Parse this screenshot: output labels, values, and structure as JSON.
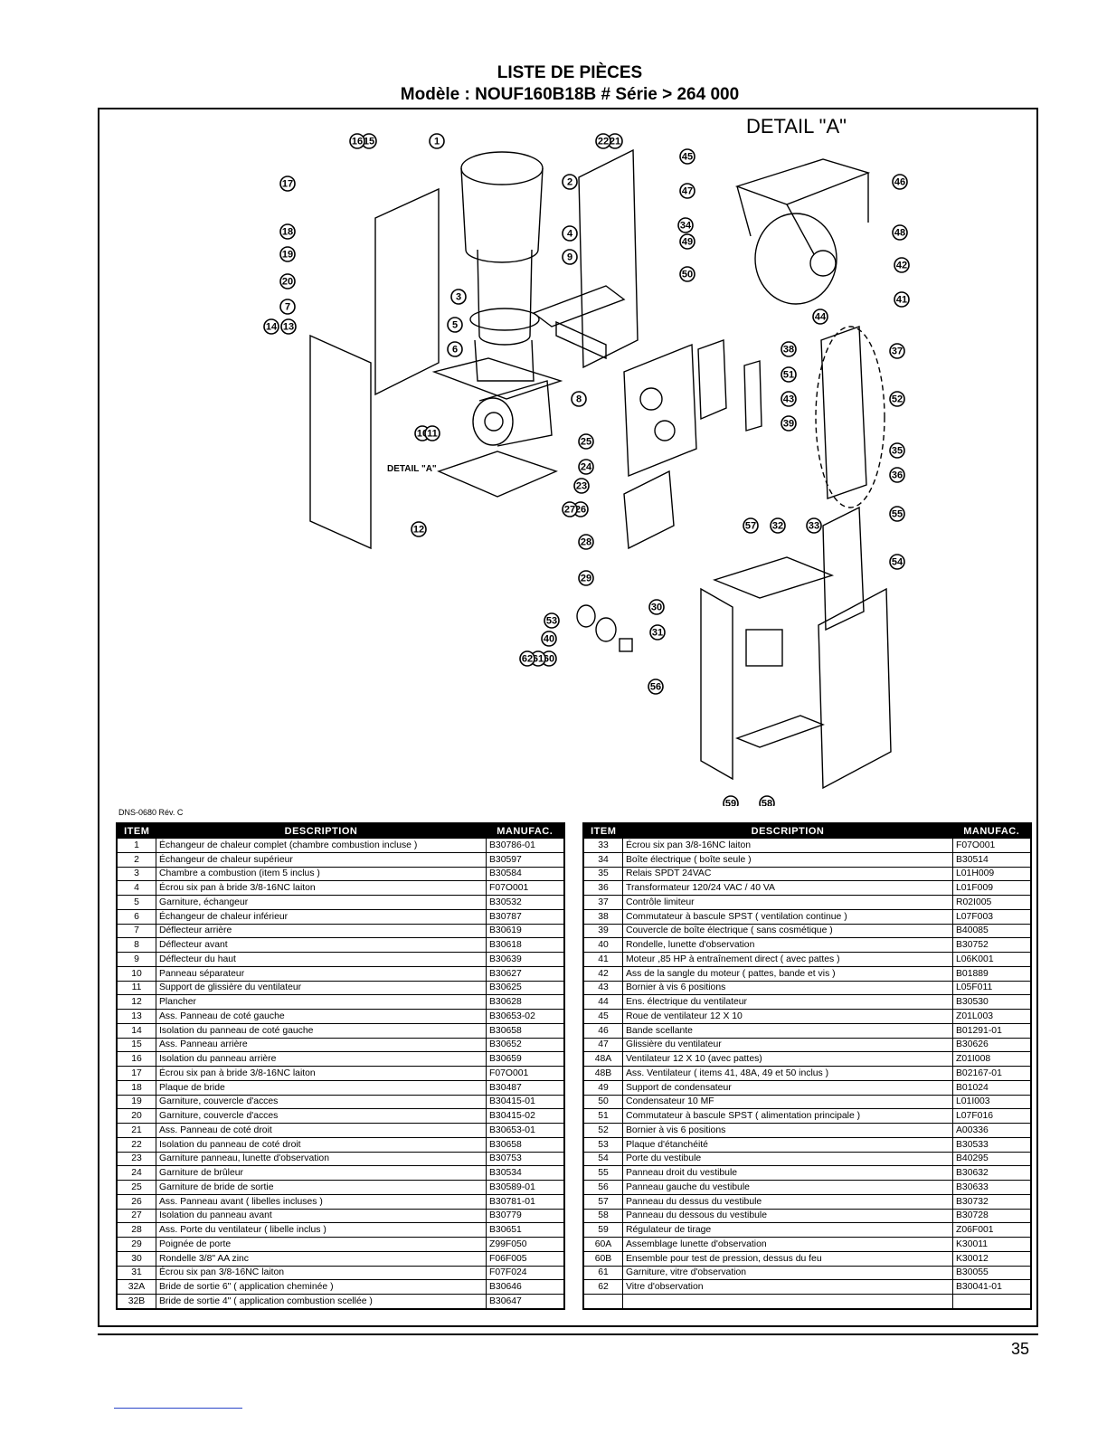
{
  "header": {
    "title": "LISTE DE PIÈCES",
    "subtitle": "Modèle : NOUF160B18B # Série  > 264 000"
  },
  "diagram": {
    "detail_heading": "DETAIL  \"A\"",
    "detail_label": "DETAIL \"A\"",
    "doc_ref": "DNS-0680 Rév. C",
    "callouts": [
      "1",
      "2",
      "3",
      "4",
      "5",
      "6",
      "7",
      "8",
      "9",
      "10",
      "11",
      "12",
      "13",
      "14",
      "15",
      "16",
      "17",
      "18",
      "19",
      "20",
      "21",
      "22",
      "23",
      "24",
      "25",
      "26",
      "27",
      "28",
      "29",
      "30",
      "31",
      "32",
      "33",
      "34",
      "35",
      "36",
      "37",
      "38",
      "39",
      "40",
      "41",
      "42",
      "43",
      "44",
      "45",
      "46",
      "47",
      "48",
      "49",
      "50",
      "51",
      "52",
      "53",
      "54",
      "55",
      "56",
      "57",
      "58",
      "59",
      "60",
      "61",
      "62"
    ]
  },
  "table_headers": {
    "item": "ITEM",
    "description": "DESCRIPTION",
    "manufac": "MANUFAC."
  },
  "parts_left": [
    {
      "item": "1",
      "desc": "Échangeur de chaleur complet (chambre combustion incluse )",
      "code": "B30786-01"
    },
    {
      "item": "2",
      "desc": "Échangeur de chaleur supérieur",
      "code": "B30597"
    },
    {
      "item": "3",
      "desc": "Chambre a combustion (item 5 inclus )",
      "code": "B30584"
    },
    {
      "item": "4",
      "desc": "Écrou six pan à bride 3/8-16NC laiton",
      "code": "F07O001"
    },
    {
      "item": "5",
      "desc": "Garniture, échangeur",
      "code": "B30532"
    },
    {
      "item": "6",
      "desc": "Échangeur de chaleur inférieur",
      "code": "B30787"
    },
    {
      "item": "7",
      "desc": "Déflecteur arrière",
      "code": "B30619"
    },
    {
      "item": "8",
      "desc": "Déflecteur avant",
      "code": "B30618"
    },
    {
      "item": "9",
      "desc": "Déflecteur du haut",
      "code": "B30639"
    },
    {
      "item": "10",
      "desc": "Panneau séparateur",
      "code": "B30627"
    },
    {
      "item": "11",
      "desc": "Support de glissière du ventilateur",
      "code": "B30625"
    },
    {
      "item": "12",
      "desc": "Plancher",
      "code": "B30628"
    },
    {
      "item": "13",
      "desc": "Ass. Panneau de coté gauche",
      "code": "B30653-02"
    },
    {
      "item": "14",
      "desc": "Isolation du panneau de coté gauche",
      "code": "B30658"
    },
    {
      "item": "15",
      "desc": "Ass. Panneau arrière",
      "code": "B30652"
    },
    {
      "item": "16",
      "desc": "Isolation du panneau arrière",
      "code": "B30659"
    },
    {
      "item": "17",
      "desc": "Écrou six pan à bride 3/8-16NC laiton",
      "code": "F07O001"
    },
    {
      "item": "18",
      "desc": "Plaque de bride",
      "code": "B30487"
    },
    {
      "item": "19",
      "desc": "Garniture, couvercle d'acces",
      "code": "B30415-01"
    },
    {
      "item": "20",
      "desc": "Garniture, couvercle d'acces",
      "code": "B30415-02"
    },
    {
      "item": "21",
      "desc": "Ass. Panneau de coté droit",
      "code": "B30653-01"
    },
    {
      "item": "22",
      "desc": "Isolation du panneau de coté droit",
      "code": "B30658"
    },
    {
      "item": "23",
      "desc": "Garniture panneau,  lunette d'observation",
      "code": "B30753"
    },
    {
      "item": "24",
      "desc": "Garniture de brûleur",
      "code": "B30534"
    },
    {
      "item": "25",
      "desc": "Garniture de bride de sortie",
      "code": "B30589-01"
    },
    {
      "item": "26",
      "desc": "Ass. Panneau avant ( libelles incluses )",
      "code": "B30781-01"
    },
    {
      "item": "27",
      "desc": "Isolation du panneau avant",
      "code": "B30779"
    },
    {
      "item": "28",
      "desc": "Ass. Porte du ventilateur ( libelle inclus )",
      "code": "B30651"
    },
    {
      "item": "29",
      "desc": "Poignée de porte",
      "code": "Z99F050"
    },
    {
      "item": "30",
      "desc": "Rondelle 3/8\" AA zinc",
      "code": "F06F005"
    },
    {
      "item": "31",
      "desc": "Écrou six pan  3/8-16NC laiton",
      "code": "F07F024"
    },
    {
      "item": "32A",
      "desc": "Bride de sortie 6\" ( application cheminée )",
      "code": "B30646"
    },
    {
      "item": "32B",
      "desc": "Bride de sortie 4\" ( application combustion scellée )",
      "code": "B30647"
    }
  ],
  "parts_right": [
    {
      "item": "33",
      "desc": "Écrou six pan  3/8-16NC laiton",
      "code": "F07O001"
    },
    {
      "item": "34",
      "desc": "Boîte électrique ( boîte seule )",
      "code": "B30514"
    },
    {
      "item": "35",
      "desc": "Relais SPDT 24VAC",
      "code": "L01H009"
    },
    {
      "item": "36",
      "desc": "Transformateur 120/24 VAC / 40 VA",
      "code": "L01F009"
    },
    {
      "item": "37",
      "desc": "Contrôle limiteur",
      "code": "R02I005"
    },
    {
      "item": "38",
      "desc": "Commutateur à bascule SPST ( ventilation continue )",
      "code": "L07F003"
    },
    {
      "item": "39",
      "desc": "Couvercle de boîte électrique ( sans cosmétique )",
      "code": "B40085"
    },
    {
      "item": "40",
      "desc": "Rondelle, lunette d'observation",
      "code": "B30752"
    },
    {
      "item": "41",
      "desc": "Moteur ,85 HP à entraînement direct ( avec pattes )",
      "code": "L06K001"
    },
    {
      "item": "42",
      "desc": "Ass de la sangle du moteur ( pattes, bande et vis )",
      "code": "B01889"
    },
    {
      "item": "43",
      "desc": "Bornier à vis 6 positions",
      "code": "L05F011"
    },
    {
      "item": "44",
      "desc": "Ens. électrique du ventilateur",
      "code": "B30530"
    },
    {
      "item": "45",
      "desc": "Roue de ventilateur 12 X 10",
      "code": "Z01L003"
    },
    {
      "item": "46",
      "desc": "Bande scellante",
      "code": "B01291-01"
    },
    {
      "item": "47",
      "desc": "Glissière du ventilateur",
      "code": "B30626"
    },
    {
      "item": "48A",
      "desc": "Ventilateur 12 X 10 (avec pattes)",
      "code": "Z01I008"
    },
    {
      "item": "48B",
      "desc": "Ass. Ventilateur ( items 41, 48A, 49 et 50 inclus )",
      "code": "B02167-01"
    },
    {
      "item": "49",
      "desc": "Support de condensateur",
      "code": "B01024"
    },
    {
      "item": "50",
      "desc": "Condensateur 10 MF",
      "code": "L01I003"
    },
    {
      "item": "51",
      "desc": "Commutateur à bascule SPST ( alimentation principale )",
      "code": "L07F016"
    },
    {
      "item": "52",
      "desc": "Bornier à vis 6 positions",
      "code": "A00336"
    },
    {
      "item": "53",
      "desc": "Plaque d'étanchéité",
      "code": "B30533"
    },
    {
      "item": "54",
      "desc": "Porte du vestibule",
      "code": "B40295"
    },
    {
      "item": "55",
      "desc": "Panneau droit du vestibule",
      "code": "B30632"
    },
    {
      "item": "56",
      "desc": "Panneau gauche du vestibule",
      "code": "B30633"
    },
    {
      "item": "57",
      "desc": "Panneau du dessus du vestibule",
      "code": "B30732"
    },
    {
      "item": "58",
      "desc": "Panneau du dessous du vestibule",
      "code": "B30728"
    },
    {
      "item": "59",
      "desc": "Régulateur de tirage",
      "code": "Z06F001"
    },
    {
      "item": "60A",
      "desc": "Assemblage lunette d'observation",
      "code": "K30011"
    },
    {
      "item": "60B",
      "desc": "Ensemble pour test de pression, dessus du feu",
      "code": "K30012"
    },
    {
      "item": "61",
      "desc": "Garniture, vitre d'observation",
      "code": "B30055"
    },
    {
      "item": "62",
      "desc": "Vitre d'observation",
      "code": "B30041-01"
    },
    {
      "item": "",
      "desc": "",
      "code": ""
    }
  ],
  "footer": {
    "page_number": "35"
  }
}
